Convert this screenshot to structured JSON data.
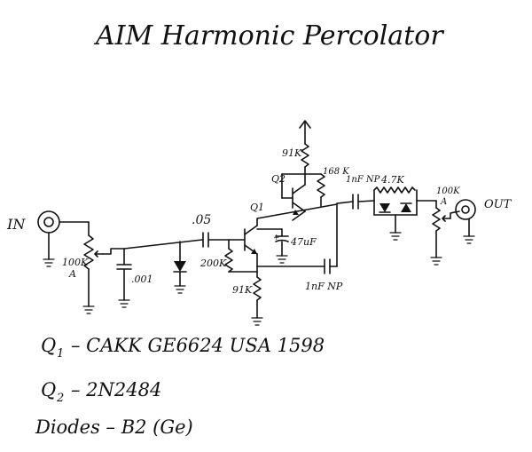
{
  "title": "AIM Harmonic Percolator",
  "labels": {
    "in": "IN",
    "out": "OUT",
    "pot_in_value": "100K",
    "pot_in_taper": "A",
    "cap_input": ".05",
    "cap_shunt": ".001",
    "res_bias": "200K",
    "q1": "Q1",
    "q2": "Q2",
    "res_q2_top": "91K",
    "res_q1_emitter": "91K",
    "cap_emitter": "47uF",
    "res_collector": "168 K",
    "cap_feedback": "1nF NP",
    "cap_output": "1nF NP",
    "res_diode": "4.7K",
    "pot_out_value": "100K",
    "pot_out_taper": "A"
  },
  "notes": {
    "q1_name": "Q",
    "q1_sub": "1",
    "q1_desc": "– CAKK GE6624 USA 1598",
    "q2_name": "Q",
    "q2_sub": "2",
    "q2_desc": "– 2N2484",
    "diodes": "Diodes – B2 (Ge)"
  }
}
